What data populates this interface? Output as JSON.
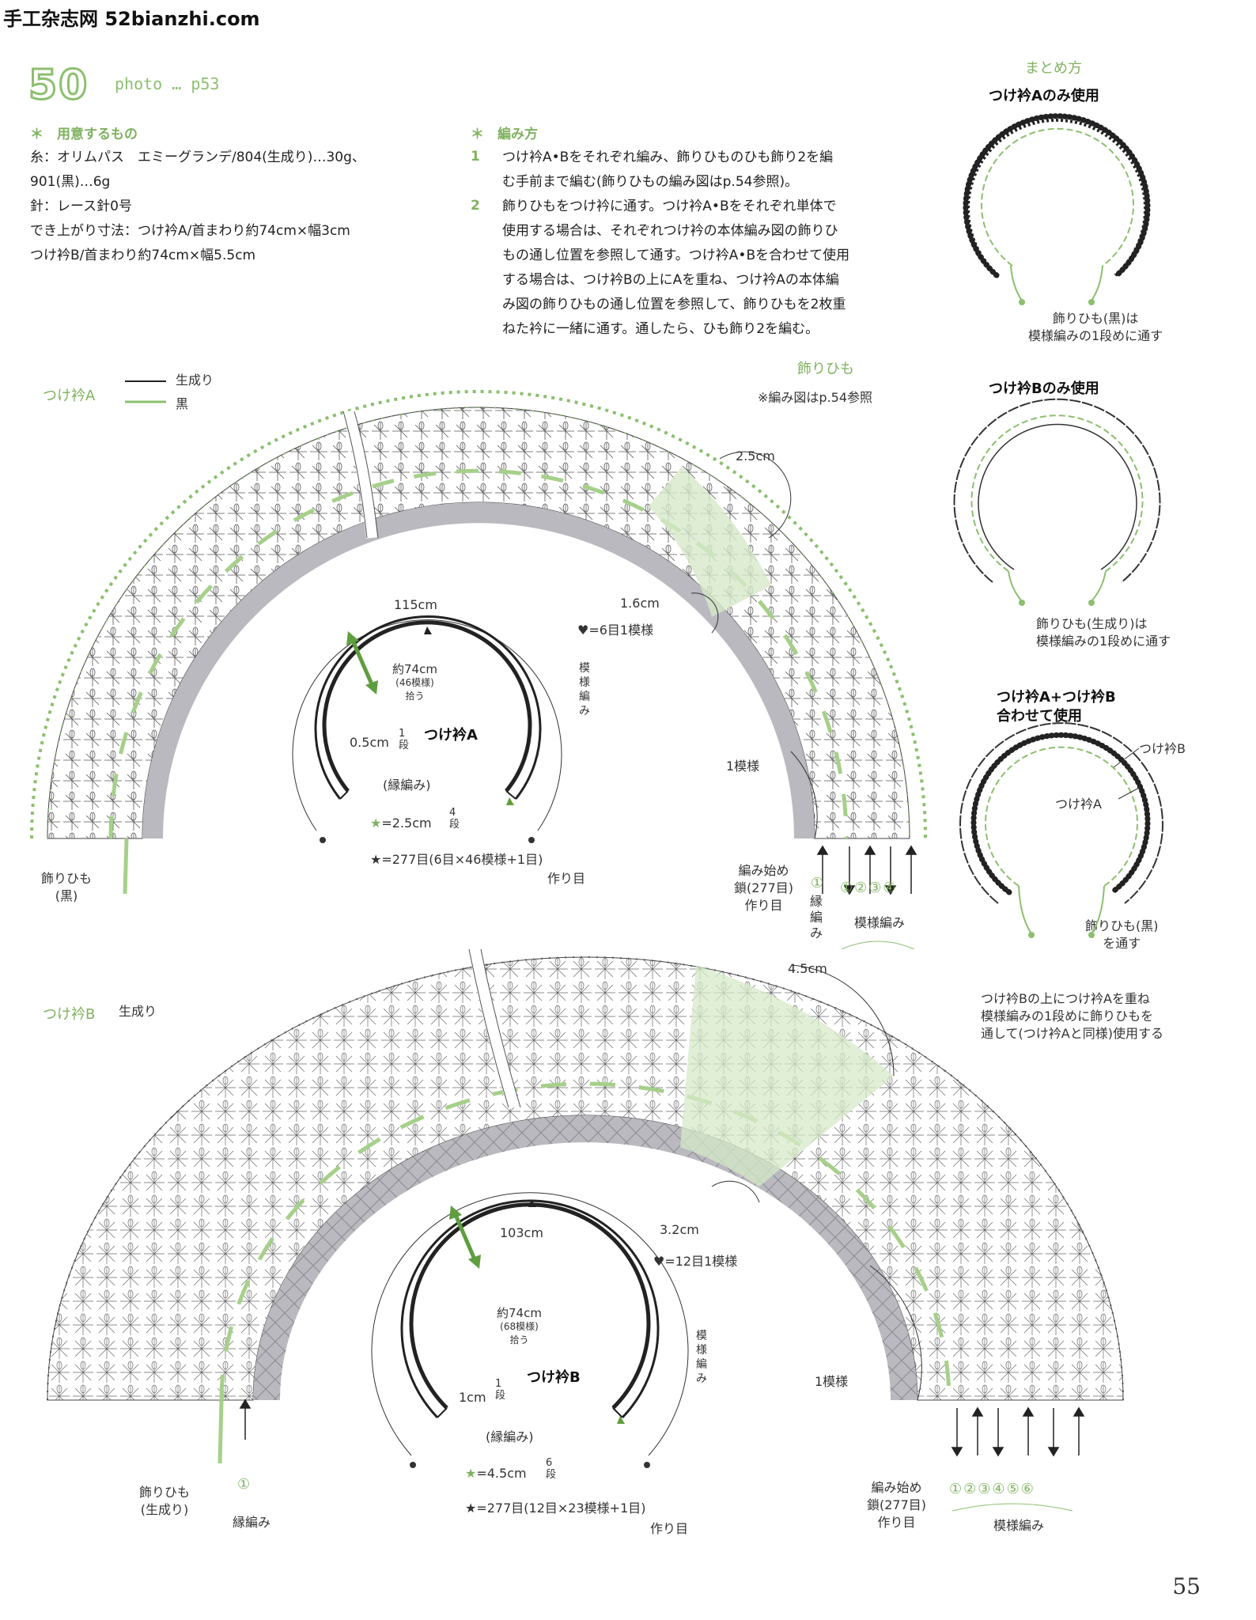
{
  "header": {
    "site": "手工杂志网 52bianzhi.com",
    "number": "50",
    "photo_ref": "photo … p53"
  },
  "materials": {
    "title": "用意するもの",
    "line1": "糸：オリムパス　エミーグランデ/804(生成り)…30g、",
    "line2": "901(黒)…6g",
    "line3": "針：レース針0号",
    "line4": "でき上がり寸法：つけ衿A/首まわり約74cm×幅3cm",
    "line5": "つけ衿B/首まわり約74cm×幅5.5cm"
  },
  "method": {
    "title": "編み方",
    "step1_no": "1",
    "step1": [
      "つけ衿A•Bをそれぞれ編み、飾りひものひも飾り2を編",
      "む手前まで編む(飾りひもの編み図はp.54参照)。"
    ],
    "step2_no": "2",
    "step2": [
      "飾りひもをつけ衿に通す。つけ衿A•Bをそれぞれ単体で",
      "使用する場合は、それぞれつけ衿の本体編み図の飾りひ",
      "もの通し位置を参照して通す。つけ衿A•Bを合わせて使用",
      "する場合は、つけ衿Bの上にAを重ね、つけ衿Aの本体編",
      "み図の飾りひもの通し位置を参照して、飾りひもを2枚重",
      "ねた衿に一緒に通す。通したら、ひも飾り2を編む。"
    ]
  },
  "summary": {
    "title": "まとめ方",
    "a_only": "つけ衿Aのみ使用",
    "a_note": [
      "飾りひも(黒)は",
      "模様編みの1段めに通す"
    ],
    "b_only": "つけ衿Bのみ使用",
    "b_note": [
      "飾りひも(生成り)は",
      "模様編みの1段めに通す"
    ],
    "ab_title": [
      "つけ衿A+つけ衿B",
      "合わせて使用"
    ],
    "ab_label_b": "つけ衿B",
    "ab_label_a": "つけ衿A",
    "ab_note": [
      "飾りひも(黒)",
      "を通す"
    ],
    "ab_desc": [
      "つけ衿Bの上につけ衿Aを重ね",
      "模様編みの1段めに飾りひもを",
      "通して(つけ衿Aと同様)使用する"
    ]
  },
  "collar_a": {
    "title": "つけ衿A",
    "legend_white": "生成り",
    "legend_black": "黒",
    "string_label": "飾りひも",
    "string_note": "※編み図はp.54参照",
    "w_top": "2.5cm",
    "w_band": "1.6cm",
    "heart": "♥=6目1模様",
    "repeat": "1模様",
    "start": [
      "編み始め",
      "鎖(277目)",
      "作り目"
    ],
    "edge": [
      "縁",
      "編",
      "み"
    ],
    "rows": [
      "①",
      "②",
      "③",
      "④"
    ],
    "pattern": "模様編み",
    "tie": [
      "飾りひも",
      "(黒)"
    ],
    "row1": "①",
    "schem": {
      "outer": "115cm",
      "neck": "約74cm",
      "neck_sub": "(46模様)",
      "pickup": "拾う",
      "name": "つけ衿A",
      "band": "0.5cm",
      "band_rows": [
        "1",
        "段"
      ],
      "edge": "(縁編み)",
      "pattern_side": [
        "模",
        "様",
        "編",
        "み"
      ],
      "star_g": "=2.5cm",
      "star_g_rows": [
        "4",
        "段"
      ],
      "star_b": "★=277目(6目×46模様+1目)",
      "cast": "作り目"
    }
  },
  "collar_b": {
    "title": "つけ衿B",
    "legend_white": "生成り",
    "w_top": "4.5cm",
    "w_band": "3.2cm",
    "heart": "♥=12目1模様",
    "repeat": "1模様",
    "start": [
      "編み始め",
      "鎖(277目)",
      "作り目"
    ],
    "rows": [
      "①",
      "②",
      "③",
      "④",
      "⑤",
      "⑥"
    ],
    "pattern": "模様編み",
    "tie": [
      "飾りひも",
      "(生成り)"
    ],
    "row1": "①",
    "edge": "縁編み",
    "schem": {
      "outer": "103cm",
      "neck": "約74cm",
      "neck_sub": "(68模様)",
      "pickup": "拾う",
      "name": "つけ衿B",
      "band": "1cm",
      "band_rows": [
        "1",
        "段"
      ],
      "edge": "(縁編み)",
      "pattern_side": [
        "模",
        "様",
        "編",
        "み"
      ],
      "star_g": "=4.5cm",
      "star_g_rows": [
        "6",
        "段"
      ],
      "star_b": "★=277目(12目×23模様+1目)",
      "cast": "作り目"
    }
  },
  "page_number": "55",
  "colors": {
    "green": "#8cbf6f",
    "band": "#b9b9bf",
    "black": "#222222"
  }
}
